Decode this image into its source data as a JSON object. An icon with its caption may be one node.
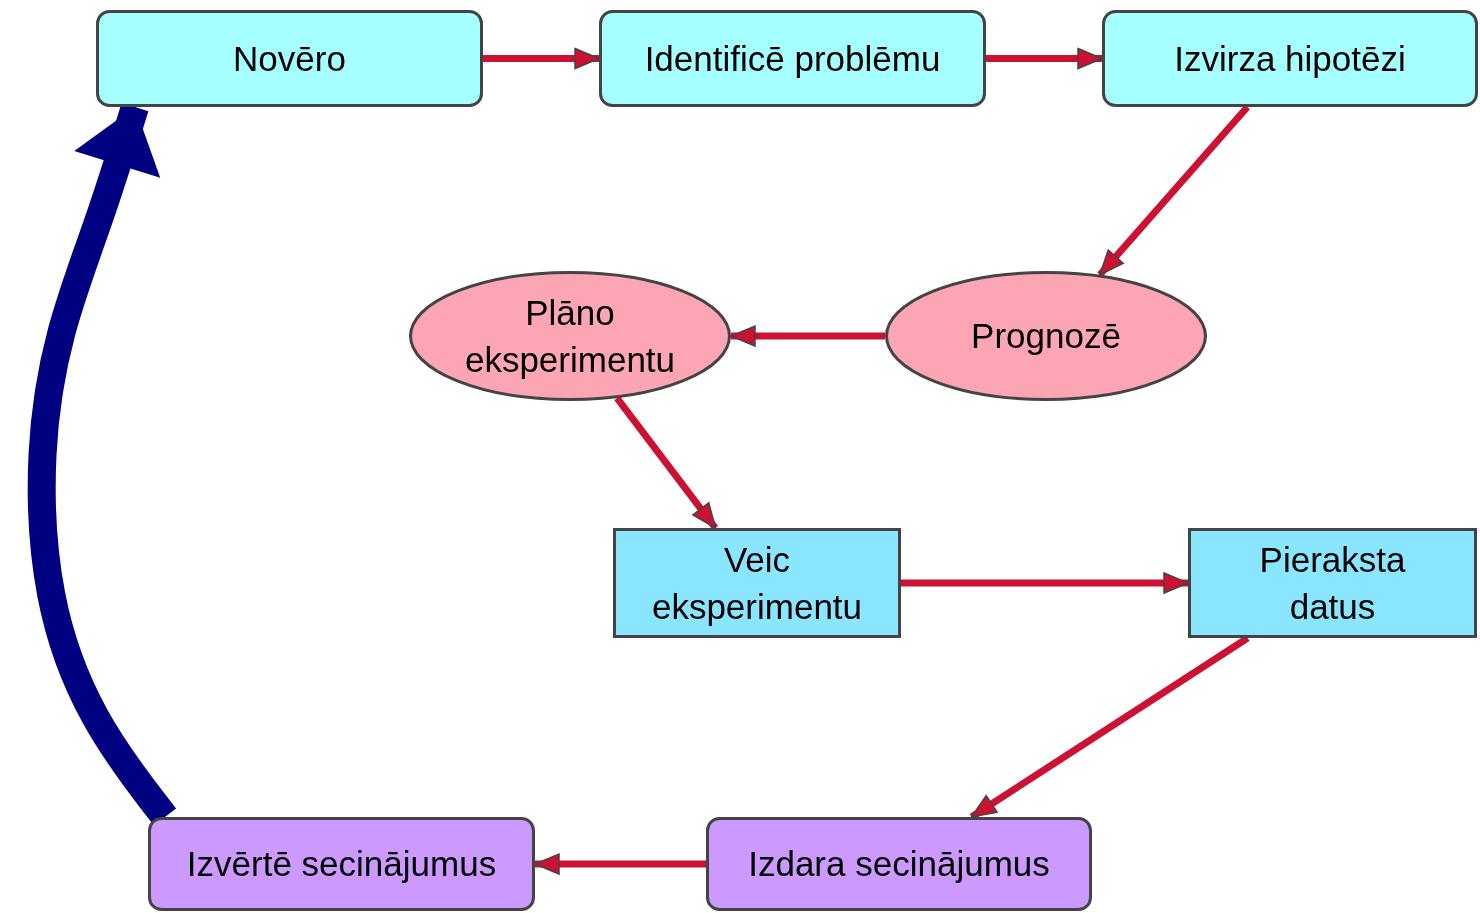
{
  "diagram": {
    "nodes": [
      {
        "text": [
          "Novēro"
        ]
      },
      {
        "text": [
          "Identificē problēmu"
        ]
      },
      {
        "text": [
          "Izvirza hipotēzi"
        ]
      },
      {
        "text": [
          "Plāno eksperimentu"
        ]
      },
      {
        "text": [
          "Prognozē"
        ]
      },
      {
        "text": [
          "Veic eksperimentu"
        ]
      },
      {
        "text": [
          "Pieraksta datus"
        ]
      },
      {
        "text": [
          "Izdara secinājumus"
        ]
      },
      {
        "text": [
          "Izvērtē secinājumus"
        ]
      }
    ],
    "edges": [
      {
        "from": 0,
        "to": 1,
        "arrow": "to"
      },
      {
        "from": 1,
        "to": 2,
        "arrow": "to"
      },
      {
        "from": 2,
        "to": 4,
        "arrow": "to"
      },
      {
        "from": 4,
        "to": 3,
        "arrow": "to"
      },
      {
        "from": 3,
        "to": 5,
        "arrow": "to"
      },
      {
        "from": 5,
        "to": 6,
        "arrow": "to"
      },
      {
        "from": 6,
        "to": 7,
        "arrow": "to"
      },
      {
        "from": 7,
        "to": 8,
        "arrow": "to"
      },
      {
        "from": 8,
        "to": 0,
        "arrow": "to",
        "style": "thick",
        "color": "#000080"
      }
    ]
  }
}
